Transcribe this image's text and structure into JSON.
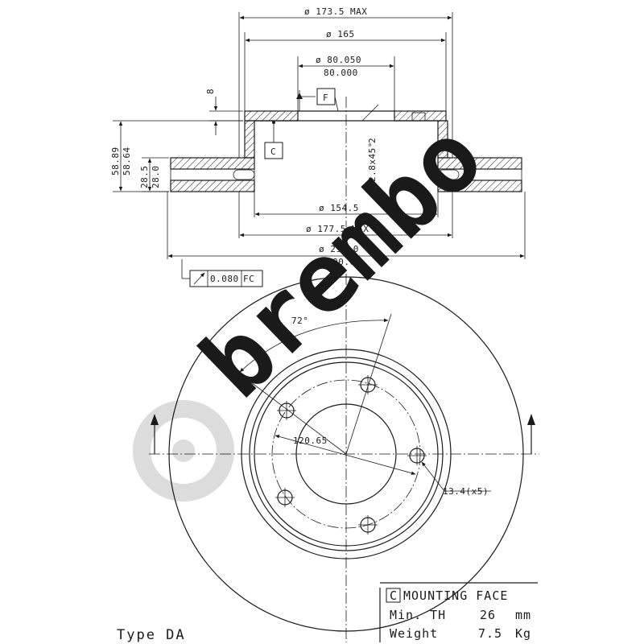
{
  "section_dimensions": {
    "hat_outer_diameter": "ø 173.5 MAX",
    "hat_diameter": "ø 165",
    "center_bore_upper": "ø 80.050",
    "center_bore_lower": "80.000",
    "hat_thickness": "8",
    "datum_f": "F",
    "datum_c": "C",
    "chamfer": "2.8x45°",
    "chamfer_small": "2",
    "total_height_upper": "58.89",
    "total_height_lower": "58.64",
    "disc_thickness_upper": "28.5",
    "disc_thickness_lower": "28.0",
    "inner_friction_diameter": "ø 154.5",
    "hat_base_diameter": "ø 177.5 MAX",
    "outer_diameter_upper": "ø 291.0",
    "outer_diameter_lower": "290.6",
    "runout_tolerance": "0.080",
    "runout_datum": "FC"
  },
  "plan_view": {
    "angle": "72°",
    "pcd": "120.65",
    "bolt_holes": "13.4(x5)"
  },
  "legend": {
    "datum_letter": "C",
    "mounting_face": "MOUNTING FACE",
    "min_th_label": "Min. TH",
    "min_th_value": "26",
    "min_th_unit": "mm",
    "weight_label": "Weight",
    "weight_value": "7.5",
    "weight_unit": "Kg"
  },
  "type_label": "Type DA",
  "watermark": "brembo"
}
